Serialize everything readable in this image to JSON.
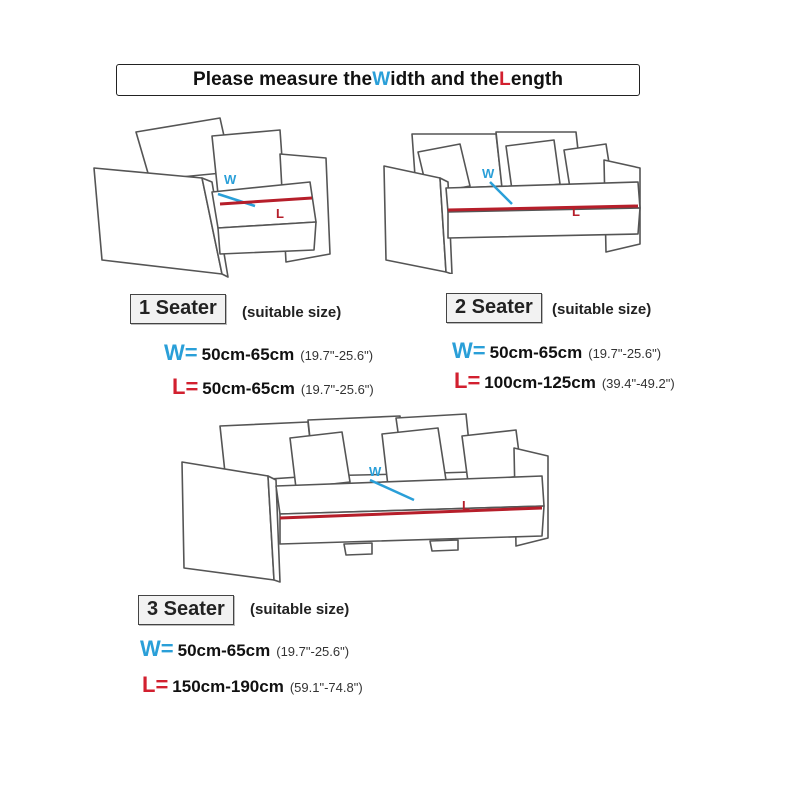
{
  "title": {
    "prefix": "Please measure the ",
    "w_letter": "W",
    "w_rest": "idth and the ",
    "l_letter": "L",
    "l_rest": "ength"
  },
  "diagram_labels": {
    "w": "W",
    "l": "L"
  },
  "sizes": [
    {
      "seater": "1 Seater",
      "suitable": "(suitable size)",
      "w": {
        "key": "W=",
        "value": "50cm-65cm",
        "inch": "(19.7\"-25.6\")"
      },
      "l": {
        "key": "L=",
        "value": "50cm-65cm",
        "inch": "(19.7\"-25.6\")"
      }
    },
    {
      "seater": "2 Seater",
      "suitable": "(suitable size)",
      "w": {
        "key": "W=",
        "value": "50cm-65cm",
        "inch": "(19.7\"-25.6\")"
      },
      "l": {
        "key": "L=",
        "value": "100cm-125cm",
        "inch": "(39.4\"-49.2\")"
      }
    },
    {
      "seater": "3 Seater",
      "suitable": "(suitable size)",
      "w": {
        "key": "W=",
        "value": "50cm-65cm",
        "inch": "(19.7\"-25.6\")"
      },
      "l": {
        "key": "L=",
        "value": "150cm-190cm",
        "inch": "(59.1\"-74.8\")"
      }
    }
  ],
  "colors": {
    "width_blue": "#2a9fd8",
    "length_red": "#d2202f",
    "sofa_line": "#555555"
  }
}
